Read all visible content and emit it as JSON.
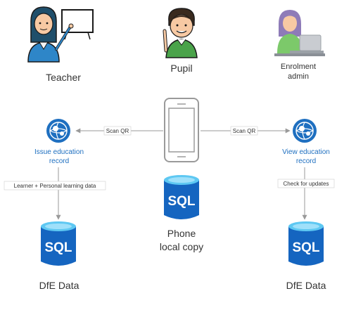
{
  "actors": {
    "teacher": "Teacher",
    "pupil": "Pupil",
    "admin_line1": "Enrolment",
    "admin_line2": "admin"
  },
  "services": {
    "issue_line1": "Issue education",
    "issue_line2": "record",
    "view_line1": "View education",
    "view_line1_full": "View education",
    "view_line2": "record"
  },
  "edges": {
    "scan_left": "Scan QR",
    "scan_right": "Scan QR",
    "learner_data": "Learner + Personal learning data",
    "check_updates": "Check for updates"
  },
  "databases": {
    "sql": "SQL",
    "phone_line1": "Phone",
    "phone_line2": "local copy",
    "dfe_left": "DfE Data",
    "dfe_right": "DfE Data"
  },
  "colors": {
    "service_blue": "#1e6fc0",
    "db_blue": "#1565c0",
    "db_top": "#5ec8f2",
    "edge_gray": "#9a9a9a"
  }
}
